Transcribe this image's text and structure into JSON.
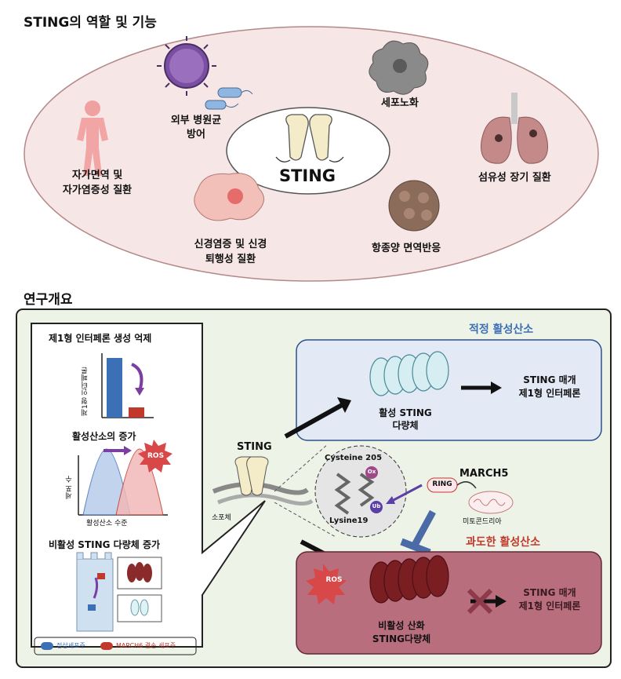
{
  "top_title": "STING의 역할 및 기능",
  "roles": {
    "center": "STING",
    "pathogen": [
      "외부 병원균",
      "방어"
    ],
    "senescence": "세포노화",
    "autoimmune": [
      "자가면역 및",
      "자가염증성 질환"
    ],
    "fibrosis": "섬유성 장기 질환",
    "neuro": [
      "신경염증 및 신경",
      "퇴행성 질환"
    ],
    "antitumor": "항종양 면역반응"
  },
  "overview_title": "연구개요",
  "left_panel": {
    "ifn_title": "제1형 인터페론 생성 억제",
    "ifn_ylabel": "제1형 인터페론",
    "ros_title": "활성산소의 증가",
    "ros_ylabel": "세포 수",
    "ros_xlabel": "활성산소 수준",
    "ros_badge": "ROS",
    "oligo_title": "비활성 STING 다량체 증가",
    "legend_normal": "정상세포주",
    "legend_ko": "MARCH6 결손 세포주"
  },
  "mechanism": {
    "sting_label": "STING",
    "er_label": "소포체",
    "cys_label": "Cysteine 205",
    "ox_label": "Ox",
    "lys_label": "Lysine19",
    "ub_label": "Ub",
    "march5_label": "MARCH5",
    "ring_label": "RING",
    "mito_label": "미토콘드리아",
    "optimal_title": "적정 활성산소",
    "active_oligo": [
      "활성 STING",
      "다량체"
    ],
    "ifn_out": [
      "STING 매개",
      "제1형 인터페론"
    ],
    "excess_title": "과도한 활성산소",
    "ros_badge": "ROS",
    "inactive_oligo": [
      "비활성 산화",
      "STING다량체"
    ],
    "ifn_blocked": [
      "STING 매개",
      "제1형 인터페론"
    ]
  },
  "colors": {
    "ellipse_fill": "#f7e6e6",
    "panel_fill": "#eef3e7",
    "optimal_fill": "#e3eaf6",
    "excess_fill": "#b96e7e",
    "accent_blue": "#3b6fb6",
    "accent_red": "#c0392b"
  }
}
